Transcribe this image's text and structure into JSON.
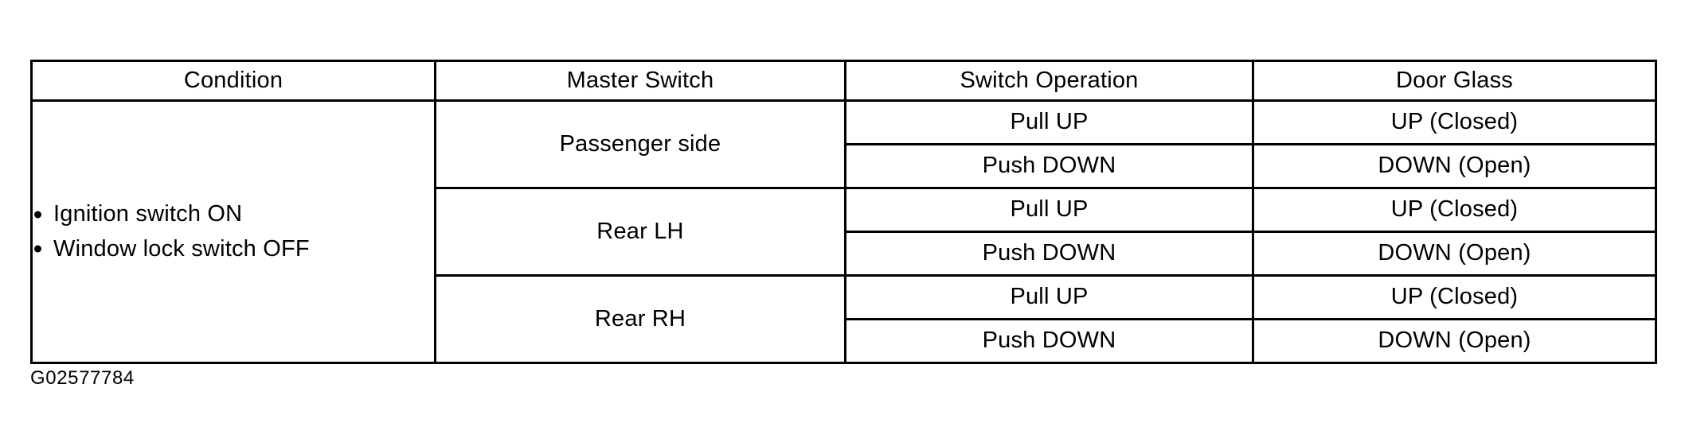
{
  "table": {
    "headers": [
      {
        "label": "Condition"
      },
      {
        "label": "Master Switch"
      },
      {
        "label": "Switch Operation"
      },
      {
        "label": "Door Glass"
      }
    ],
    "condition": {
      "bullets": [
        "Ignition switch ON",
        "Window lock switch OFF"
      ]
    },
    "groups": [
      {
        "master_switch": "Passenger side",
        "rows": [
          {
            "switch_operation": "Pull UP",
            "door_glass": "UP (Closed)"
          },
          {
            "switch_operation": "Push DOWN",
            "door_glass": "DOWN (Open)"
          }
        ]
      },
      {
        "master_switch": "Rear LH",
        "rows": [
          {
            "switch_operation": "Pull UP",
            "door_glass": "UP (Closed)"
          },
          {
            "switch_operation": "Push DOWN",
            "door_glass": "DOWN (Open)"
          }
        ]
      },
      {
        "master_switch": "Rear RH",
        "rows": [
          {
            "switch_operation": "Pull UP",
            "door_glass": "UP (Closed)"
          },
          {
            "switch_operation": "Push DOWN",
            "door_glass": "DOWN (Open)"
          }
        ]
      }
    ]
  },
  "caption": "G02577784",
  "colors": {
    "background": "#ffffff",
    "text": "#000000",
    "border": "#000000"
  }
}
